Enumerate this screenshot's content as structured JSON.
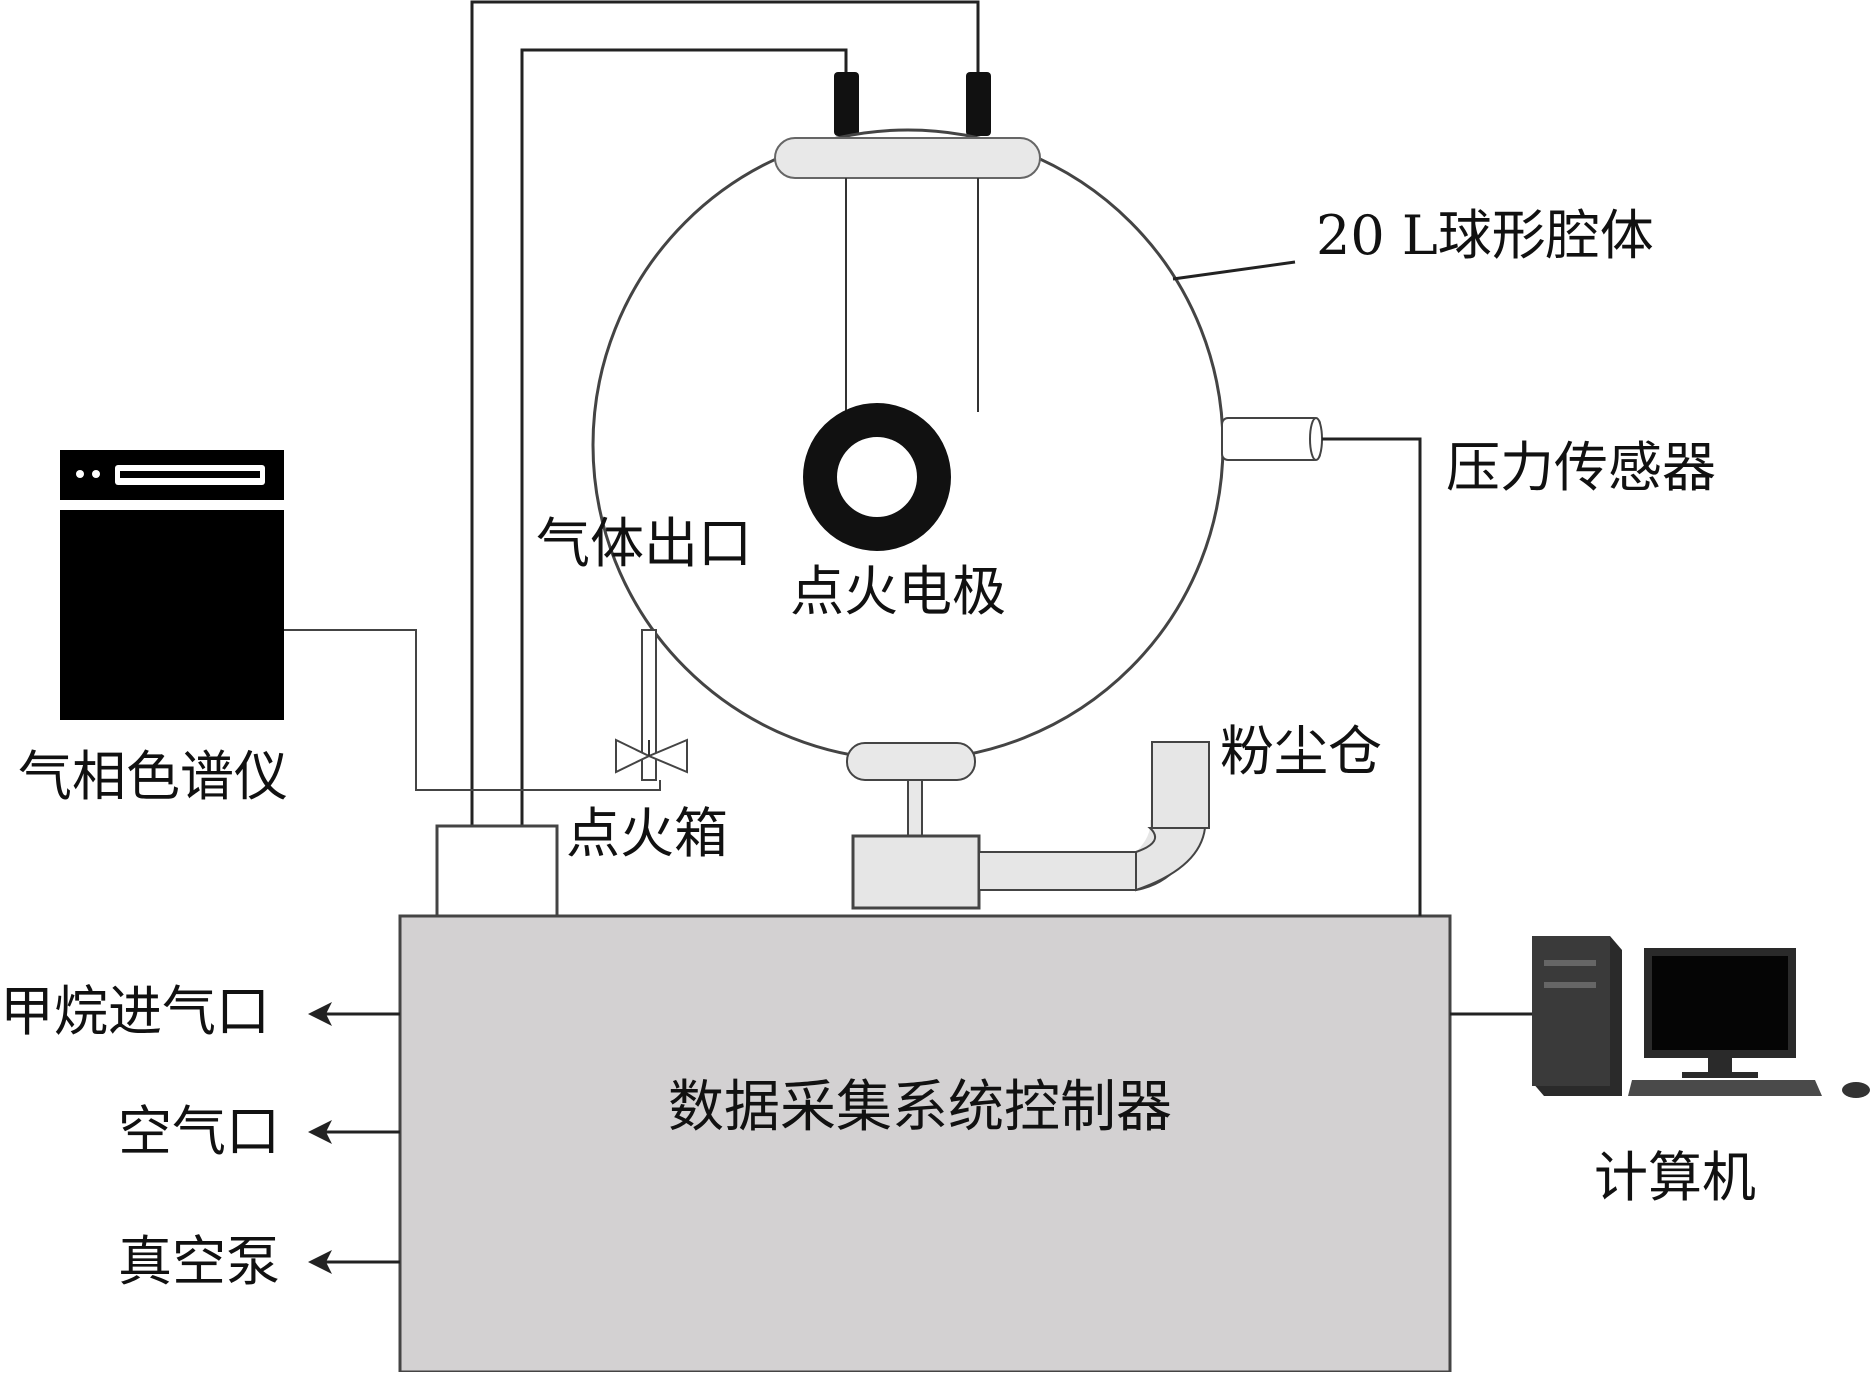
{
  "labels": {
    "sphere": "20 L球形腔体",
    "pressure_sensor": "压力传感器",
    "gas_outlet": "气体出口",
    "ignition_electrode": "点火电极",
    "gas_chromatograph": "气相色谱仪",
    "ignition_box": "点火箱",
    "dust_chamber": "粉尘仓",
    "controller": "数据采集系统控制器",
    "methane_inlet": "甲烷进气口",
    "air_port": "空气口",
    "vacuum_pump": "真空泵",
    "computer": "计算机"
  },
  "colors": {
    "controller_fill": "#d3d1d2",
    "component_fill": "#e6e6e6",
    "flange_fill": "#e8e8e8",
    "instrument_fill": "#000000",
    "line": "#222222"
  },
  "icons": {
    "arrow": "left-arrow",
    "computer": "desktop-computer-icon",
    "gc": "instrument-box-icon"
  }
}
